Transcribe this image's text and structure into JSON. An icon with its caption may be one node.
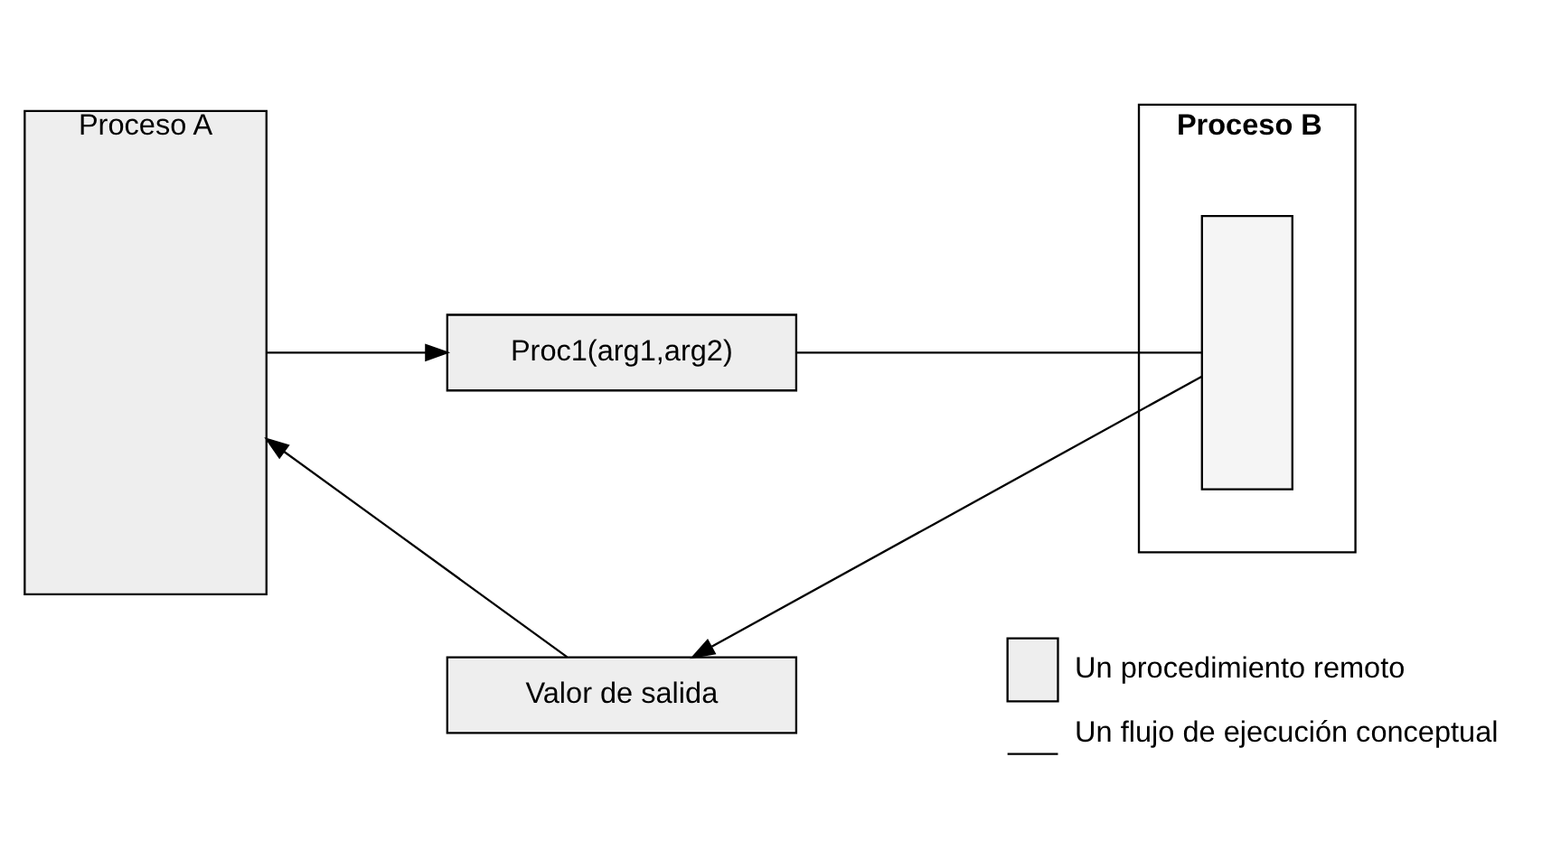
{
  "diagram": {
    "nodes": [
      {
        "text": [
          "Proceso A"
        ]
      },
      {
        "text": [
          "Proc1(arg1,arg2)"
        ]
      },
      {
        "text": [
          "Valor de salida"
        ]
      },
      {
        "text": [
          "Proceso B"
        ]
      },
      {
        "text": [],
        "shape": "box",
        "in": 3
      }
    ],
    "edges": [
      {
        "from": 0,
        "to": 1,
        "arrow": "to"
      },
      {
        "from": 1,
        "to": 4,
        "arrow": "none"
      },
      {
        "from": 4,
        "to": 2,
        "arrow": "to"
      },
      {
        "from": 2,
        "to": 0,
        "arrow": "to"
      }
    ],
    "legend": [
      {
        "text": "Un procedimiento remoto",
        "color": "#eeeeee"
      },
      {
        "text": "Un flujo de ejecución conceptual"
      }
    ]
  }
}
